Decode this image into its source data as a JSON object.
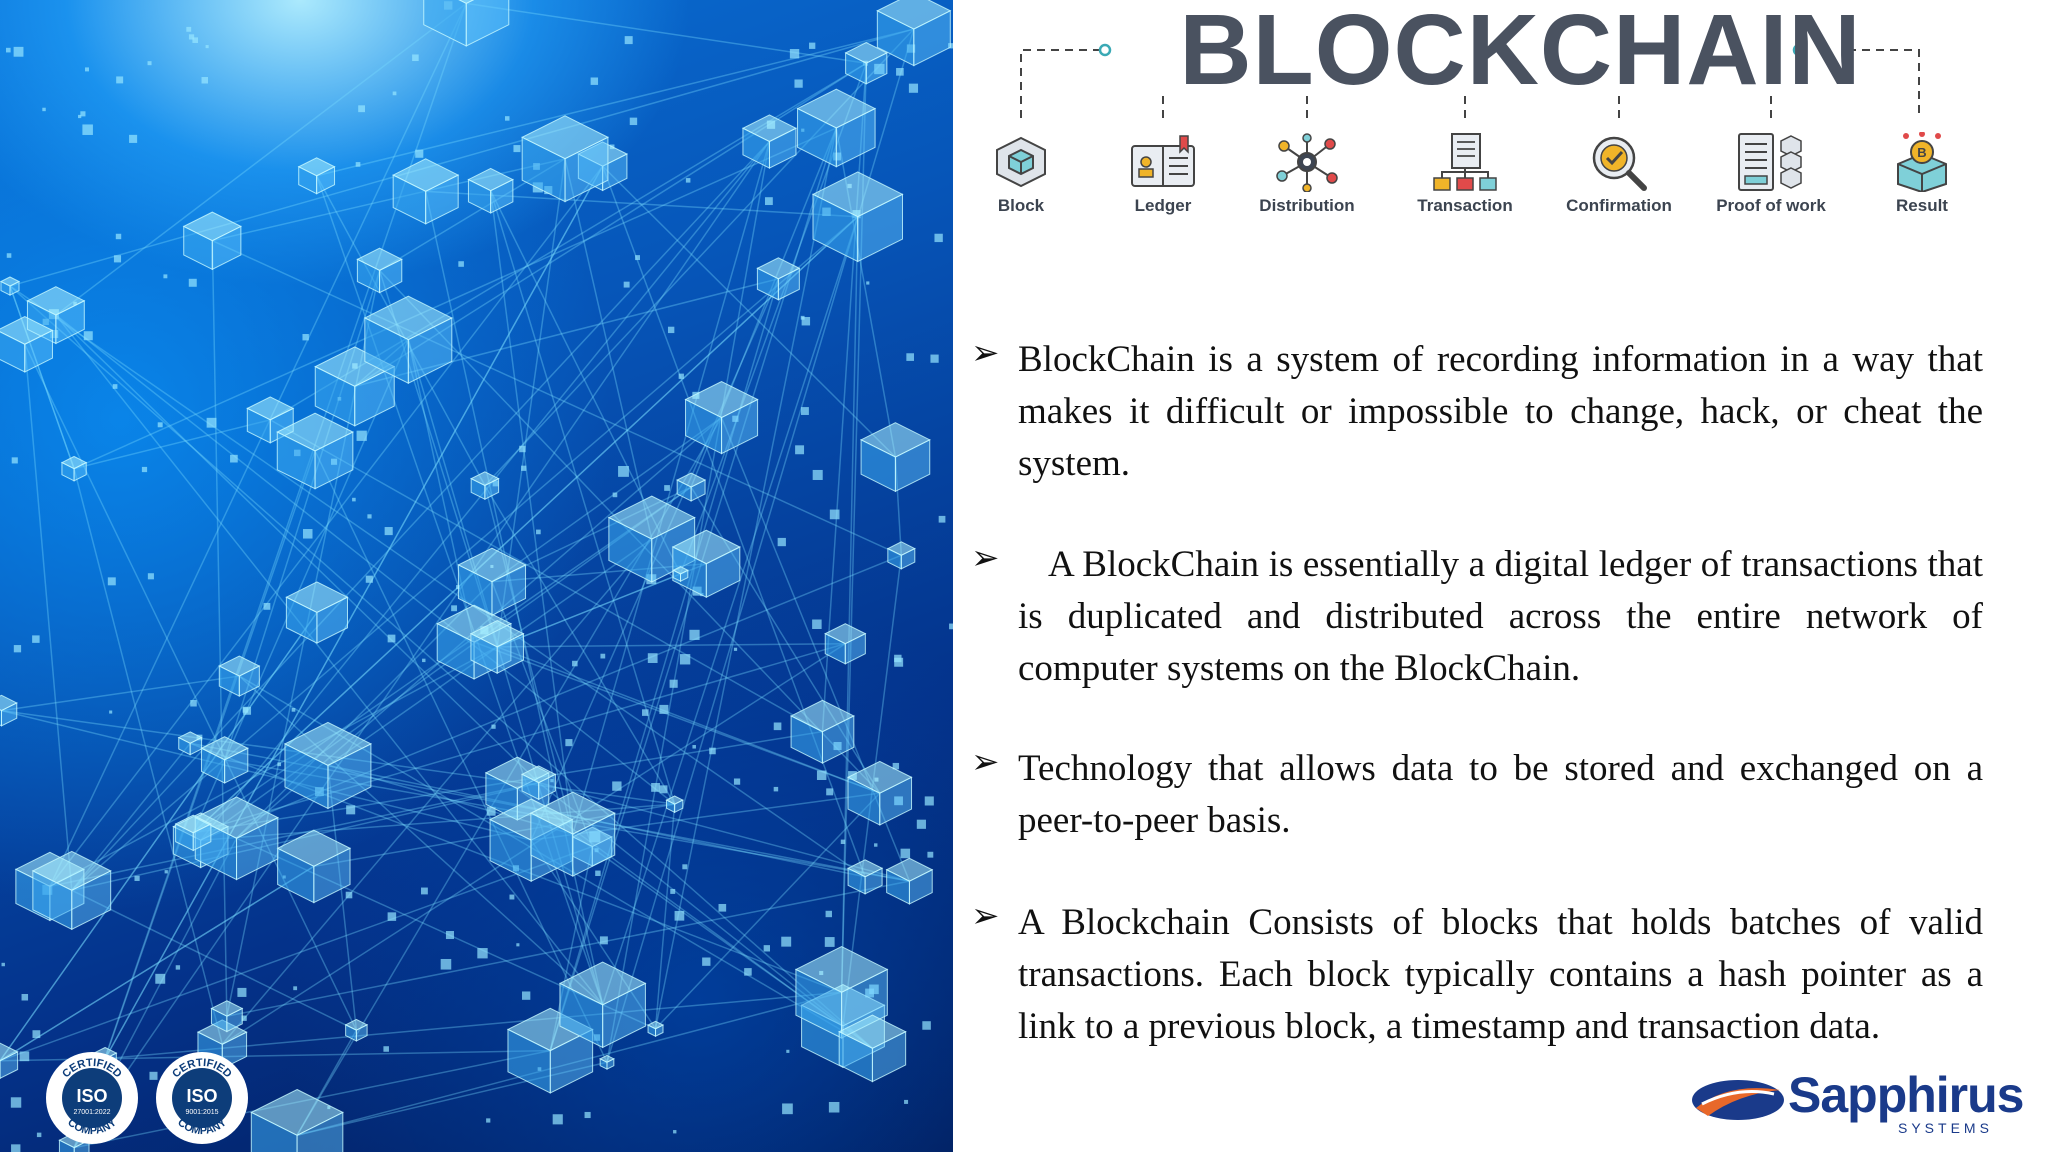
{
  "left_artwork": {
    "badges": [
      {
        "top": "CERTIFIED",
        "middle": "ISO",
        "standard": "27001:2022",
        "bottom": "COMPANY"
      },
      {
        "top": "CERTIFIED",
        "middle": "ISO",
        "standard": "9001:2015",
        "bottom": "COMPANY"
      }
    ]
  },
  "infographic": {
    "title": "BLOCKCHAIN",
    "steps": [
      {
        "label": "Block",
        "icon": "cube-icon"
      },
      {
        "label": "Ledger",
        "icon": "ledger-icon"
      },
      {
        "label": "Distribution",
        "icon": "network-icon"
      },
      {
        "label": "Transaction",
        "icon": "transaction-icon"
      },
      {
        "label": "Confirmation",
        "icon": "confirmation-icon"
      },
      {
        "label": "Proof of work",
        "icon": "server-icon"
      },
      {
        "label": "Result",
        "icon": "coin-box-icon"
      }
    ],
    "colors": {
      "title": "#4a5260",
      "accent_teal": "#3aa9b5",
      "accent_red": "#e04a4a",
      "accent_yellow": "#f0b429"
    }
  },
  "bullets": [
    "BlockChain is a system of recording information in a way that makes it difficult or impossible to change, hack, or cheat the system.",
    "A BlockChain is essentially a digital ledger of transactions that is duplicated and distributed across the entire network of computer systems on the BlockChain.",
    "Technology that allows data to be stored and exchanged on a peer-to-peer basis.",
    "A Blockchain Consists of blocks that holds batches of valid transactions. Each block typically contains a hash pointer as a link to a previous block, a timestamp and transaction data."
  ],
  "brand": {
    "name": "Sapphirus",
    "sub": "SYSTEMS",
    "color": "#1a3a8a",
    "swoosh_color": "#e8682a"
  }
}
